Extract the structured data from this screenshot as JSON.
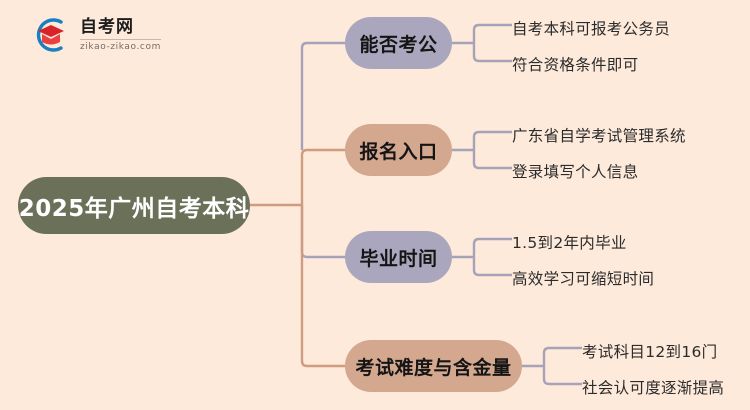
{
  "background_color": "#fdeadb",
  "logo": {
    "name_cn": "自考网",
    "url": "zikao-zikao.com",
    "mark_icon": "graduation-cap-icon",
    "arc_color": "#1a7fc1",
    "cap_color": "#d8232a"
  },
  "diagram": {
    "type": "mindmap",
    "root": {
      "label": "2025年广州自考本科",
      "fill": "#6b7059",
      "text_color": "#ffffff"
    },
    "branches": [
      {
        "label": "能否考公",
        "fill": "#aaa6bd",
        "connector_color": "#a6a2b8",
        "leaves": [
          "自考本科可报考公务员",
          "符合资格条件即可"
        ]
      },
      {
        "label": "报名入口",
        "fill": "#d4a78f",
        "connector_color": "#cf9c7f",
        "leaves": [
          "广东省自学考试管理系统",
          "登录填写个人信息"
        ]
      },
      {
        "label": "毕业时间",
        "fill": "#aaa6bd",
        "connector_color": "#a6a2b8",
        "leaves": [
          "1.5到2年内毕业",
          "高效学习可缩短时间"
        ]
      },
      {
        "label": "考试难度与含金量",
        "fill": "#d4a78f",
        "connector_color": "#cf9c7f",
        "leaves": [
          "考试科目12到16门",
          "社会认可度逐渐提高"
        ]
      }
    ]
  }
}
